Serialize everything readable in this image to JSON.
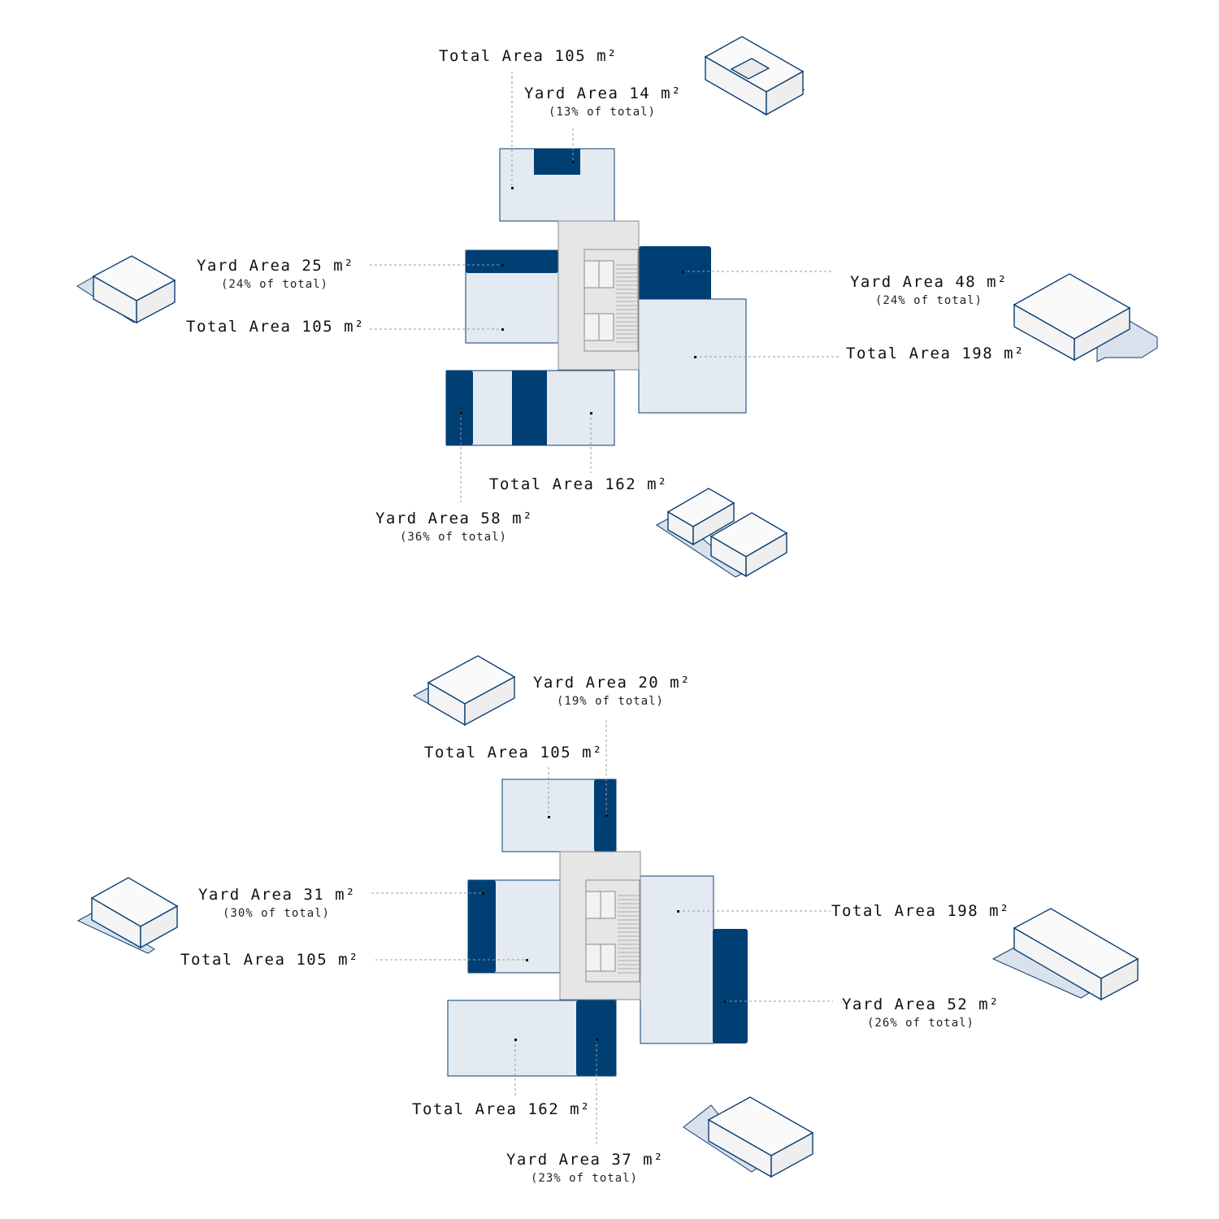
{
  "layouts": [
    {
      "id": "top",
      "labels": {
        "north_total": "Total Area 105 m²",
        "north_yard": "Yard Area 14 m²",
        "north_yard_pct": "(13% of total)",
        "west_yard": "Yard Area 25 m²",
        "west_yard_pct": "(24% of total)",
        "west_total": "Total Area 105 m²",
        "east_yard": "Yard Area 48 m²",
        "east_yard_pct": "(24% of total)",
        "east_total": "Total Area 198 m²",
        "south_total": "Total Area 162 m²",
        "south_yard": "Yard Area 58 m²",
        "south_yard_pct": "(36% of total)"
      }
    },
    {
      "id": "bottom",
      "labels": {
        "north_yard": "Yard Area 20 m²",
        "north_yard_pct": "(19% of total)",
        "north_total": "Total Area 105 m²",
        "west_yard": "Yard Area 31 m²",
        "west_yard_pct": "(30% of total)",
        "west_total": "Total Area 105 m²",
        "east_total": "Total Area 198 m²",
        "east_yard": "Yard Area 52 m²",
        "east_yard_pct": "(26% of total)",
        "south_total": "Total Area 162 m²",
        "south_yard": "Yard Area 37 m²",
        "south_yard_pct": "(23% of total)"
      }
    }
  ],
  "colors": {
    "yard": "#003f74",
    "lot": "#e4eaf1",
    "core": "#e6e6e6",
    "outline": "#0a3f73"
  }
}
